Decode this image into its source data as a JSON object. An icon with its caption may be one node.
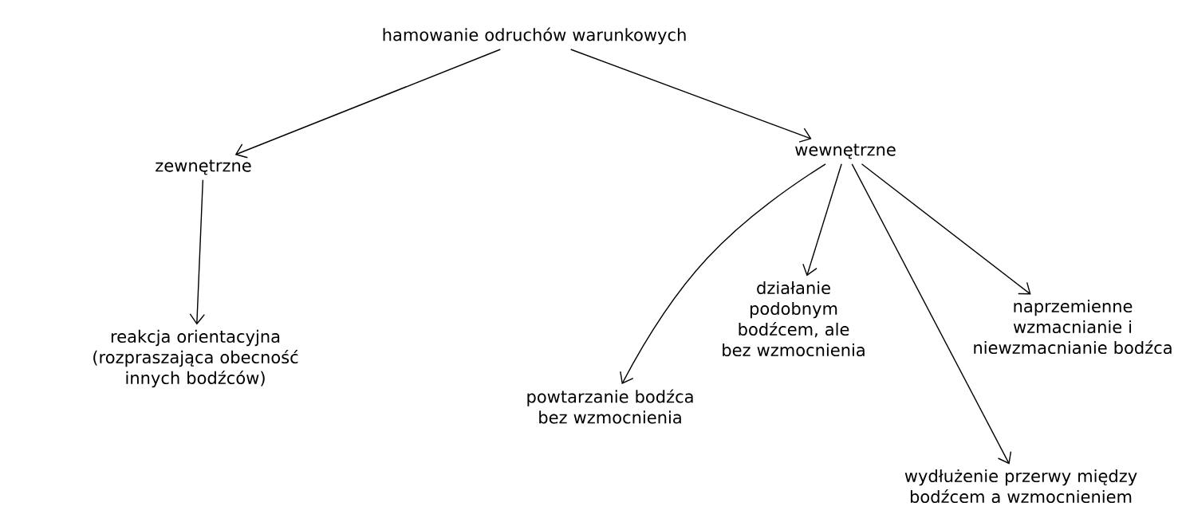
{
  "diagram": {
    "nodes": [
      {
        "text": [
          "hamowanie odruchów warunkowych"
        ]
      },
      {
        "text": [
          "zewnętrzne"
        ]
      },
      {
        "text": [
          "wewnętrzne"
        ]
      },
      {
        "text": [
          "reakcja orientacyjna",
          "(rozpraszająca obecność innych bodźców)"
        ]
      },
      {
        "text": [
          "powtarzanie bodźca bez wzmocnienia"
        ]
      },
      {
        "text": [
          "działanie podobnym bodźcem, ale bez wzmocnienia"
        ]
      },
      {
        "text": [
          "naprzemienne wzmacnianie i niewzmacnianie bodźca"
        ]
      },
      {
        "text": [
          "wydłużenie przerwy między bodźcem a wzmocnieniem"
        ]
      }
    ],
    "edges": [
      {
        "from": 0,
        "to": 1,
        "arrow": "to"
      },
      {
        "from": 0,
        "to": 2,
        "arrow": "to"
      },
      {
        "from": 1,
        "to": 3,
        "arrow": "to"
      },
      {
        "from": 2,
        "to": 4,
        "arrow": "to"
      },
      {
        "from": 2,
        "to": 5,
        "arrow": "to"
      },
      {
        "from": 2,
        "to": 7,
        "arrow": "to"
      },
      {
        "from": 2,
        "to": 6,
        "arrow": "to"
      }
    ]
  }
}
